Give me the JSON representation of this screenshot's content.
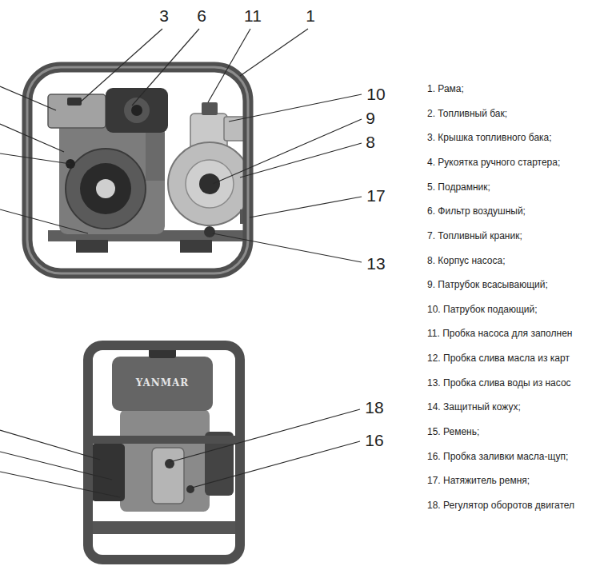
{
  "diagram": {
    "labels": [
      "3",
      "6",
      "11",
      "1",
      "10",
      "9",
      "8",
      "17",
      "13",
      "18",
      "16",
      "YANMAR",
      "1. Рама;",
      "2. Топливный бак;",
      "3. Крышка топливного бака;",
      "4. Рукоятка ручного стартера;",
      "5. Подрамник;",
      "6. Фильтр воздушный;",
      "7. Топливный краник;",
      "8. Корпус насоса;",
      "9. Патрубок всасывающий;",
      "10. Патрубок подающий;",
      "11. Пробка насоса для заполнен",
      "12. Пробка слива масла из карт",
      "13. Пробка слива воды из насос",
      "14. Защитный кожух;",
      "15. Ремень;",
      "16. Пробка заливки масла-щуп;",
      "17. Натяжитель ремня;",
      "18. Регулятор оборотов двигател"
    ]
  }
}
